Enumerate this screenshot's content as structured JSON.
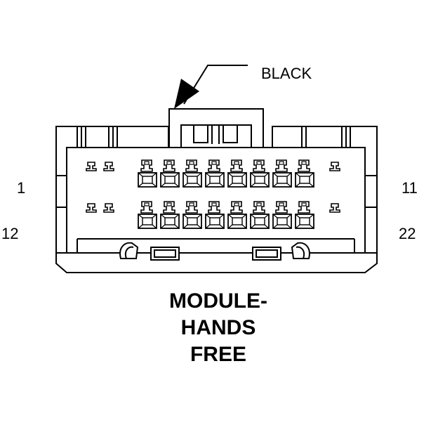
{
  "wire_color_label": "BLACK",
  "pin_labels": {
    "top_left": "1",
    "top_right": "11",
    "bottom_left": "12",
    "bottom_right": "22"
  },
  "connector_name": [
    "MODULE-",
    "HANDS",
    "FREE"
  ],
  "pin_rows": 2,
  "pins_per_row": 11
}
